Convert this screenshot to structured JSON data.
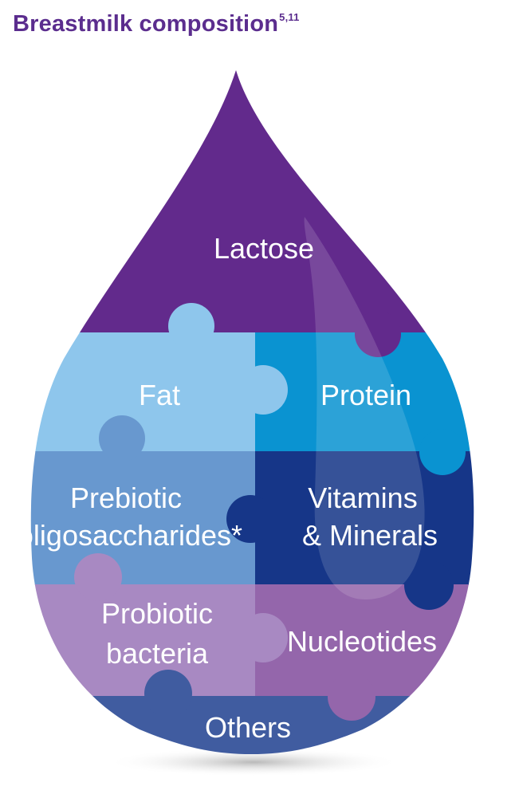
{
  "title": {
    "text": "Breastmilk composition",
    "superscript": "5,11",
    "color": "#5b2d8e"
  },
  "segments": {
    "lactose": {
      "label": "Lactose",
      "color": "#622a8c"
    },
    "fat": {
      "label": "Fat",
      "color": "#8ec6ec"
    },
    "protein": {
      "label": "Protein",
      "color": "#0a93d1"
    },
    "prebiotic": {
      "line1": "Prebiotic",
      "line2": "oligosaccharides*",
      "color": "#6898cf"
    },
    "vitamins": {
      "line1": "Vitamins",
      "line2": "& Minerals",
      "color": "#163688"
    },
    "probiotic": {
      "line1": "Probiotic",
      "line2": "bacteria",
      "color": "#a889c2"
    },
    "nucleotides": {
      "label": "Nucleotides",
      "color": "#9466ab"
    },
    "others": {
      "label": "Others",
      "color": "#405ca0"
    }
  }
}
